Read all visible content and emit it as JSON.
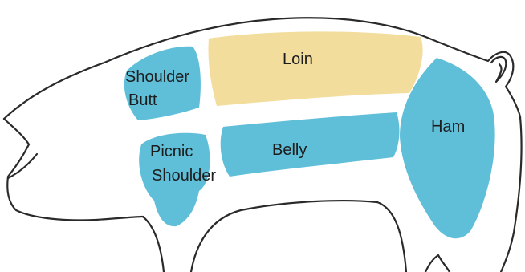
{
  "colors": {
    "cut_blue": "#5fbfd9",
    "cut_yellow": "#f3dd9c",
    "outline": "#2a2a2a",
    "background": "#ffffff"
  },
  "cuts": {
    "shoulder_butt": {
      "line1": "Shoulder",
      "line2": "Butt",
      "color": "#5fbfd9"
    },
    "loin": {
      "label": "Loin",
      "color": "#f3dd9c"
    },
    "picnic_shoulder": {
      "line1": "Picnic",
      "line2": "Shoulder",
      "color": "#5fbfd9"
    },
    "belly": {
      "label": "Belly",
      "color": "#5fbfd9"
    },
    "ham": {
      "label": "Ham",
      "color": "#5fbfd9"
    }
  }
}
